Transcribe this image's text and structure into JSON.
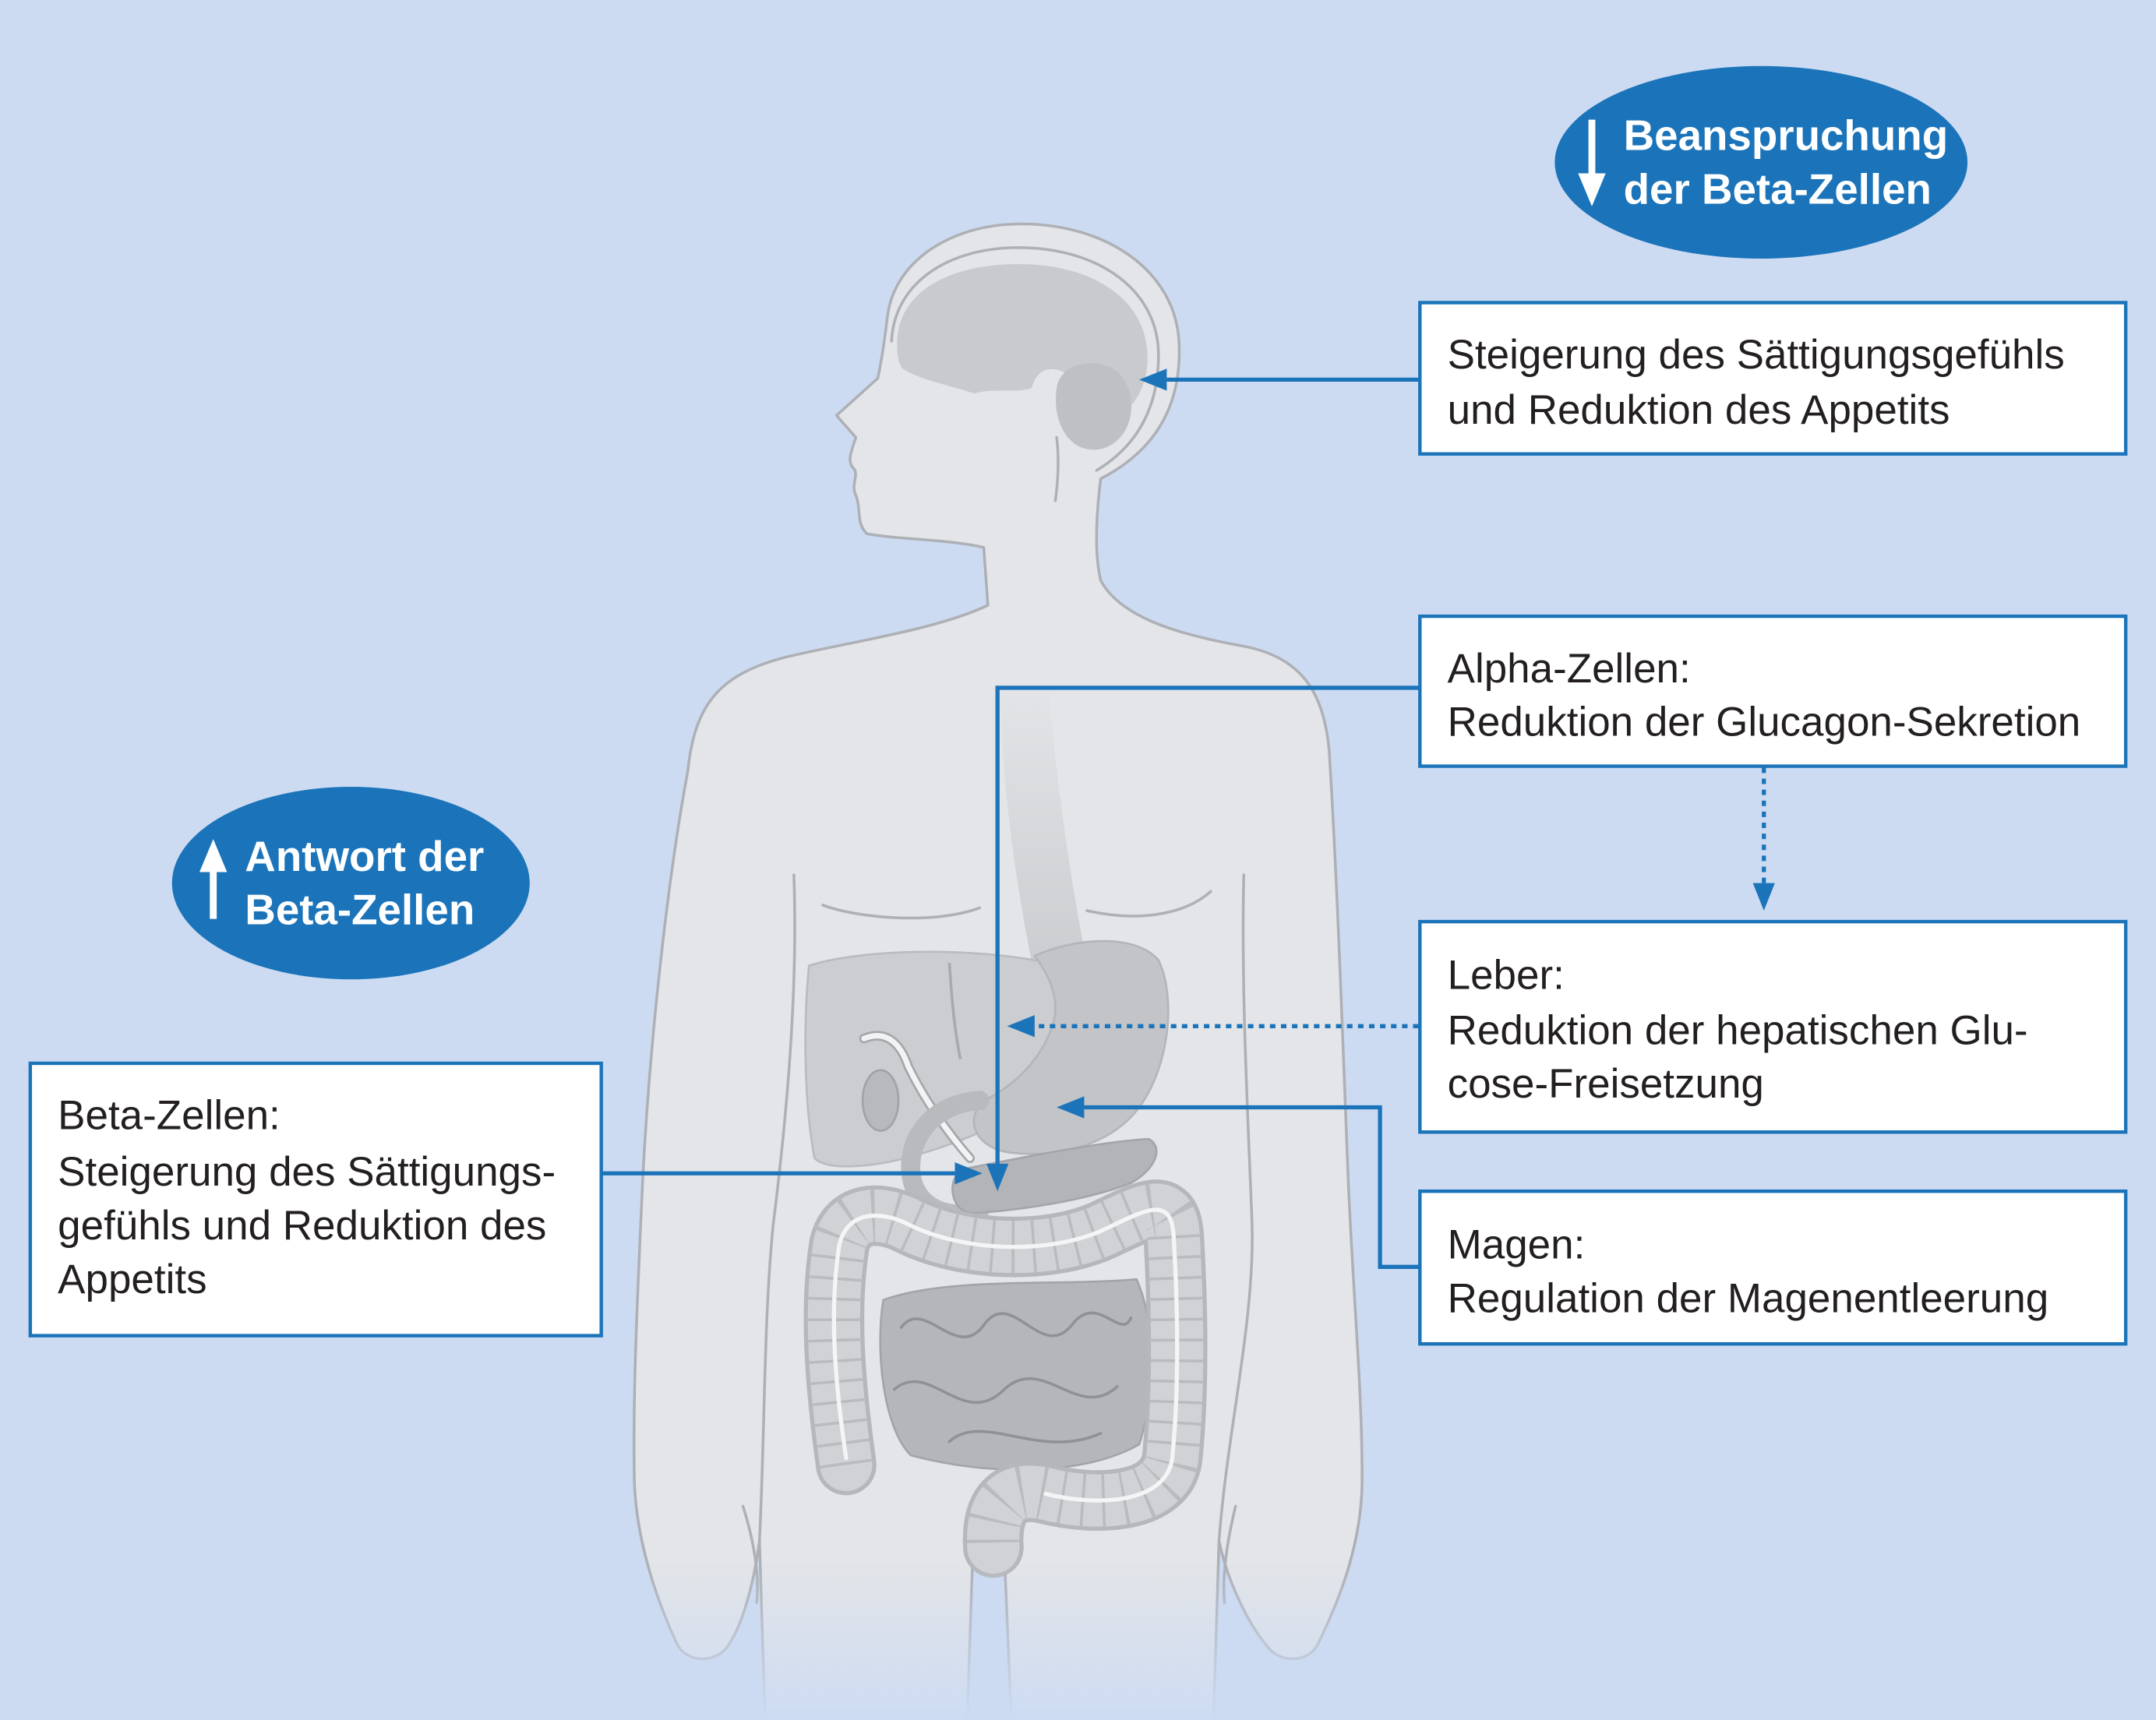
{
  "colors": {
    "background": "#cddbf2",
    "accent": "#1b74ba",
    "box_fill": "#ffffff",
    "box_text": "#231f20",
    "callout_text": "#ffffff",
    "body_fill": "#e3e5e8",
    "body_stroke": "#adb0b5"
  },
  "illustration": {
    "icon": "human-body-organs-icon"
  },
  "callouts": {
    "strain": {
      "icon": "arrow-down-icon",
      "lines": [
        "Beanspruchung",
        "der Beta-Zellen"
      ]
    },
    "response": {
      "icon": "arrow-up-icon",
      "lines": [
        "Antwort der",
        "Beta-Zellen"
      ]
    }
  },
  "boxes": {
    "brain": {
      "lines": [
        "Steigerung des Sättigungsgefühls",
        "und Reduktion des Appetits"
      ]
    },
    "alpha_cells": {
      "lines": [
        "Alpha-Zellen:",
        "Reduktion der Glucagon-Sekretion"
      ]
    },
    "liver": {
      "lines": [
        "Leber:",
        "Reduktion der hepatischen Glu-",
        "cose-Freisetzung"
      ]
    },
    "stomach": {
      "lines": [
        "Magen:",
        "Regulation der Magenentleerung"
      ]
    },
    "beta_cells": {
      "lines": [
        "Beta-Zellen:",
        "Steigerung des Sättigungs-",
        "gefühls und Reduktion des",
        "Appetits"
      ]
    }
  }
}
